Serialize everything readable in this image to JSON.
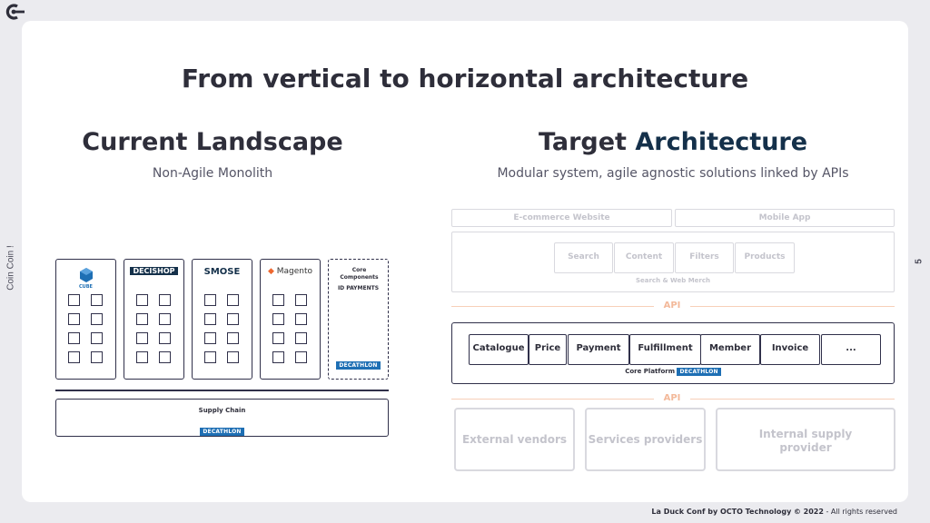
{
  "logo": {
    "icon": "octo-logo-icon"
  },
  "side": {
    "left_label": "Coin Coin !",
    "page_number": "5"
  },
  "title": "From vertical to horizontal architecture",
  "current": {
    "heading": "Current Landscape",
    "subtitle": "Non-Agile Monolith",
    "columns": [
      {
        "brand": "CUBE",
        "icon": "cube-logo-icon"
      },
      {
        "brand": "DECISHOP",
        "icon": "decishop-logo-icon"
      },
      {
        "brand": "SMOSE",
        "icon": "smose-logo-icon"
      },
      {
        "brand": "Magento",
        "icon": "magento-logo-icon"
      }
    ],
    "core_components": {
      "title": "Core Components",
      "line2": "ID PAYMENTS",
      "tag": "DECATHLON"
    },
    "supply_chain": {
      "title": "Supply Chain",
      "tag": "DECATHLON"
    }
  },
  "target": {
    "heading_part1": "Target",
    "heading_part2": "Architecture",
    "subtitle": "Modular system, agile agnostic solutions linked by APIs",
    "channels": [
      "E-commerce Website",
      "Mobile App"
    ],
    "merch_items": [
      "Search",
      "Content",
      "Filters",
      "Products"
    ],
    "merch_label": "Search & Web Merch",
    "api_label_top": "API",
    "core_items": [
      "Catalogue",
      "Price",
      "Payment",
      "Fulfillment",
      "Member",
      "Invoice",
      "..."
    ],
    "core_label": "Core Platform",
    "core_tag": "DECATHLON",
    "api_label_bottom": "API",
    "providers": [
      "External vendors",
      "Services providers",
      "Internal supply provider"
    ]
  },
  "footer": {
    "brand": "La Duck Conf by OCTO Technology",
    "year": "© 2022",
    "rights": "- All rights reserved"
  },
  "colors": {
    "dark": "#2e2e3a",
    "accent_navy": "#14304a",
    "decathlon_blue": "#1e6fb4",
    "api_orange": "#f3b99a"
  }
}
